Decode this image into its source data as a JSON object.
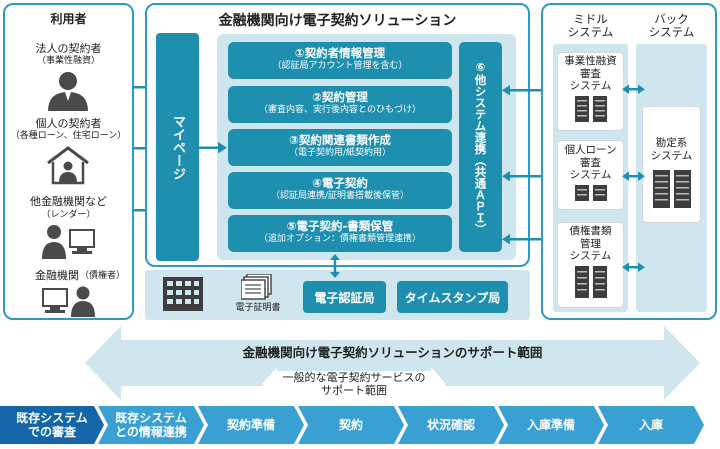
{
  "users_panel": {
    "title": "利用者",
    "users": [
      {
        "name": "法人の契約者",
        "sub": "（事業性融資）",
        "icon": "corporate-person-icon"
      },
      {
        "name": "個人の契約者",
        "sub": "（各種ローン、住宅ローン）",
        "icon": "home-person-icon"
      },
      {
        "name": "他金融機関など",
        "sub": "（レンダー）",
        "icon": "person-computer-icon"
      },
      {
        "name": "金融機関",
        "sub": "（債権者）",
        "icon": "bank-staff-computer-icon"
      }
    ]
  },
  "solution": {
    "title": "金融機関向け電子契約ソリューション",
    "mypage_label": "マイページ",
    "functions": [
      {
        "main": "①契約者情報管理",
        "sub": "（認証局アカウント管理を含む）"
      },
      {
        "main": "②契約管理",
        "sub": "（審査内容、実行後内容とのひもづけ）"
      },
      {
        "main": "③契約関連書類作成",
        "sub": "（電子契約用/紙契約用）"
      },
      {
        "main": "④電子契約",
        "sub": "（認証局連携/証明書搭載後保管）"
      },
      {
        "main": "⑤電子契約-書類保管",
        "sub": "（追加オプション：債権書類管理連携）"
      }
    ],
    "api_label": "⑥他システム連携（共通ＡＰＩ）",
    "certificate_label": "電子証明書",
    "ca_label": "電子認証局",
    "timestamp_label": "タイムスタンプ局"
  },
  "systems": {
    "middle_header": "ミドル\nシステム",
    "back_header": "バック\nシステム",
    "middle_systems": [
      "事業性融資\n審査\nシステム",
      "個人ローン\n審査\nシステム",
      "債権書類\n管理\nシステム"
    ],
    "back_system": "勘定系\nシステム"
  },
  "support": {
    "full_range": "金融機関向け電子契約ソリューションのサポート範囲",
    "general_range": "一般的な電子契約サービスの\nサポート範囲"
  },
  "steps": [
    "既存システム\nでの審査",
    "既存システム\nとの情報連携",
    "契約準備",
    "契約",
    "状況確認",
    "入庫準備",
    "入庫"
  ],
  "colors": {
    "primary": "#1f8fb0",
    "light": "#cfe6ee",
    "dark_step": "#1466a8",
    "step": "#3aa0d4"
  }
}
